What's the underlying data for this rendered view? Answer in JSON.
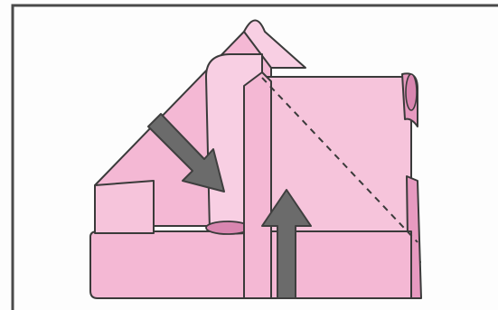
{
  "figure": {
    "subject": "folded-napkin-step",
    "colors": {
      "paper": "#f4b8d4",
      "paper_light": "#f8cfe3",
      "paper_shadow": "#e79ac0",
      "paper_deep": "#d986b0",
      "outline": "#3a3a3a",
      "arrow": "#6b6b6b",
      "arrow_outline": "#3f3f3f",
      "fold_line": "#3a3a3a",
      "border": "#4a4a4a",
      "background": "#fdfdfd"
    },
    "arrows": [
      {
        "name": "diagonal-down-right-arrow",
        "direction": "down-right"
      },
      {
        "name": "upward-arrow",
        "direction": "up"
      }
    ],
    "fold_line_style": "dashed"
  }
}
